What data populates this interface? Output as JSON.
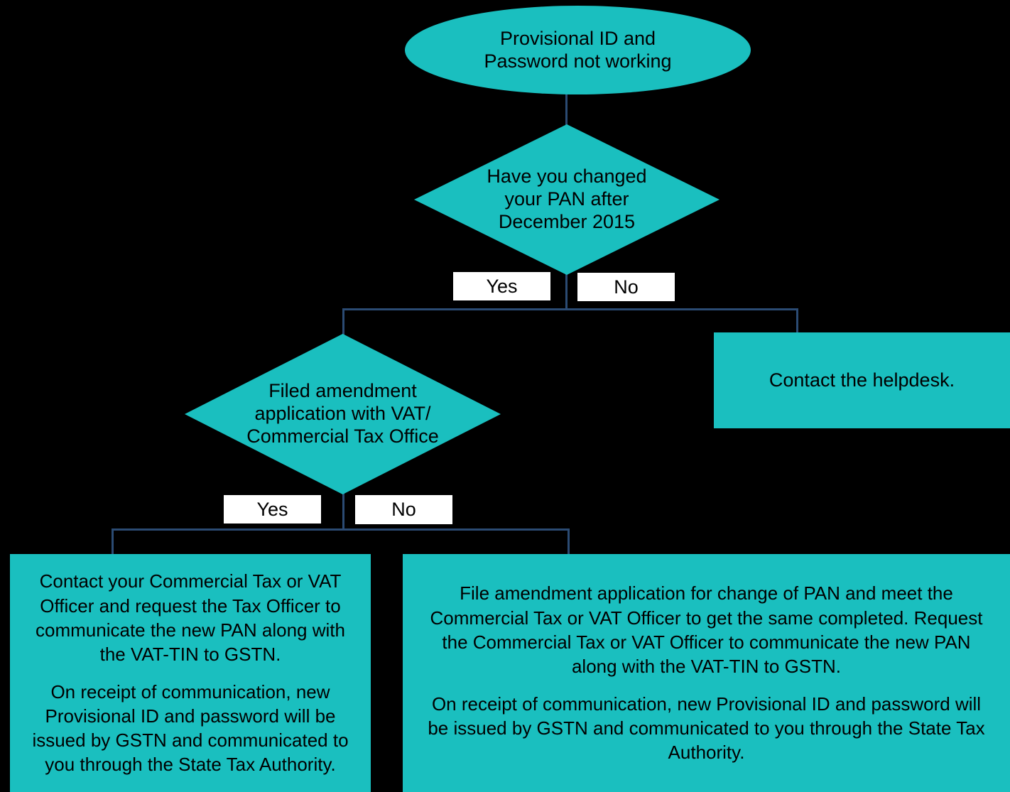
{
  "colors": {
    "background": "#000000",
    "shape_fill": "#1ABFBF",
    "connector": "#2B4B73",
    "label_background": "#FFFFFF",
    "text": "#000000"
  },
  "nodes": {
    "start": "Provisional ID and\nPassword not working",
    "decision_pan_change": "Have you changed\nyour PAN after\nDecember 2015",
    "branch1_yes": "Yes",
    "branch1_no": "No",
    "helpdesk": "Contact the helpdesk.",
    "decision_amendment": "Filed amendment\napplication with VAT/\nCommercial Tax Office",
    "branch2_yes": "Yes",
    "branch2_no": "No",
    "outcome_amended": {
      "para1": "Contact your Commercial Tax or VAT Officer and request the Tax Officer to communicate the new PAN along with the VAT-TIN to GSTN.",
      "para2": "On receipt of communication, new Provisional ID and password will be issued by GSTN and communicated to you through the State Tax Authority."
    },
    "outcome_not_amended": {
      "para1": "File amendment application for change of PAN and meet the Commercial Tax or VAT Officer to get the same completed. Request the Commercial Tax or VAT Officer to communicate the new PAN along with the VAT-TIN to GSTN.",
      "para2": "On receipt of communication, new Provisional ID and password will be issued by GSTN and communicated to you through the State Tax Authority."
    }
  }
}
